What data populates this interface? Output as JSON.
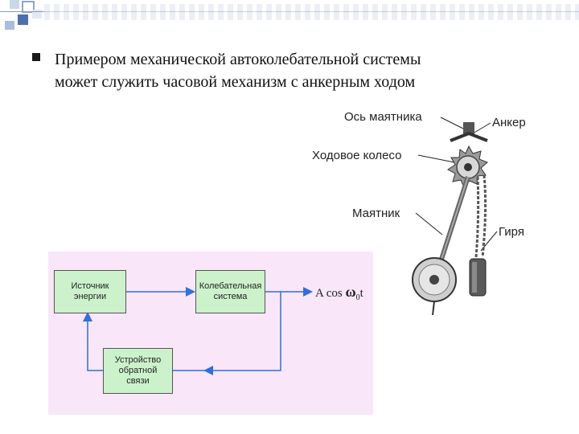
{
  "slide": {
    "bullet_text": "Примером механической автоколебательной системы может служить часовой механизм с анкерным ходом"
  },
  "figure": {
    "labels": {
      "pendulum_axis": "Ось маятника",
      "anchor": "Анкер",
      "escape_wheel": "Ходовое колесо",
      "pendulum": "Маятник",
      "weight": "Гиря"
    }
  },
  "diagram": {
    "energy_source": [
      "Источник",
      "энергии"
    ],
    "oscillating_system": [
      "Колебательная",
      "система"
    ],
    "feedback_device": [
      "Устройство",
      "обратной",
      "связи"
    ],
    "output": {
      "prefix": "A cos ",
      "omega": "ω",
      "subscript": "0",
      "suffix": "t"
    }
  },
  "colors": {
    "flow_line": "#2f6fe0",
    "block_fill": "#ccf2cc",
    "panel_bg": "#f9e6f9"
  }
}
